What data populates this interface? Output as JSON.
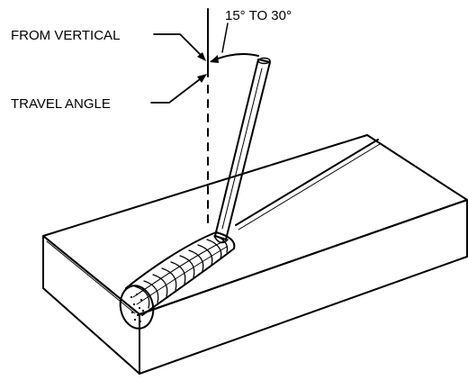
{
  "labels": {
    "from_vertical": "FROM VERTICAL",
    "travel_angle": "TRAVEL ANGLE",
    "angle_range": "15° TO 30°"
  },
  "colors": {
    "ink": "#000000",
    "paper": "#ffffff"
  }
}
